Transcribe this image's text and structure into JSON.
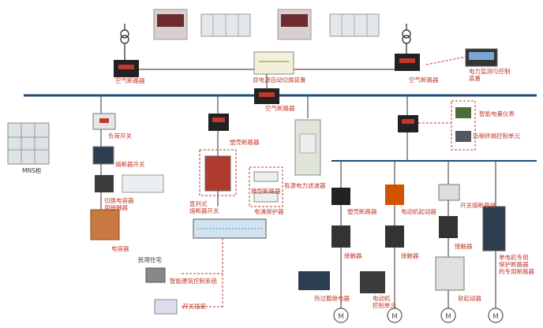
{
  "labels": {
    "breaker_left": "空气断路器",
    "ats": "双电源自动切换装置",
    "breaker_right": "空气断路器",
    "power_monitor_line1": "电力监测与控制",
    "power_monitor_line2": "装置",
    "breaker_main": "空气断路器",
    "mns": "MNS柜",
    "isolating_switch": "负荷开关",
    "fuse_switch": "熔断器开关",
    "cap_contactor_line1": "切换电容器",
    "cap_contactor_line2": "用接触器",
    "capacitor": "电容器",
    "mccb_mid": "塑壳断路器",
    "series_fuse_line1": "直列式",
    "series_fuse_line2": "熔断器开关",
    "mini_breaker": "微型断路器",
    "surge_protector": "电涌保护器",
    "active_filter": "有源电力滤波器",
    "smart_meter": "智能电量仪表",
    "remote_unit": "远程终端控制单元",
    "residential": "民用住宅",
    "building_control": "智能建筑控制系统",
    "switch_socket": "开关插座",
    "mccb_branch": "塑壳断路器",
    "motor_starter": "电动机起动器",
    "switch_fuse_group": "开关熔断器组",
    "contactor1": "接触器",
    "contactor2": "接触器",
    "contactor3": "接触器",
    "thermal_relay": "热过载继电器",
    "motor_ctrl_line1": "电动机",
    "motor_ctrl_line2": "控制单元",
    "soft_starter": "软起动器",
    "motor_breaker_line1": "单电机专用",
    "motor_breaker_line2": "保护断路器",
    "motor_breaker_line3": "的专用断路器"
  },
  "colors": {
    "bus": "#1f4e79",
    "wire": "#555555",
    "dashed": "#c0392b",
    "label": "#c0392b"
  },
  "icons": {
    "transformer": "transformer-icon",
    "motor": "motor-icon",
    "breaker": "breaker-icon"
  }
}
